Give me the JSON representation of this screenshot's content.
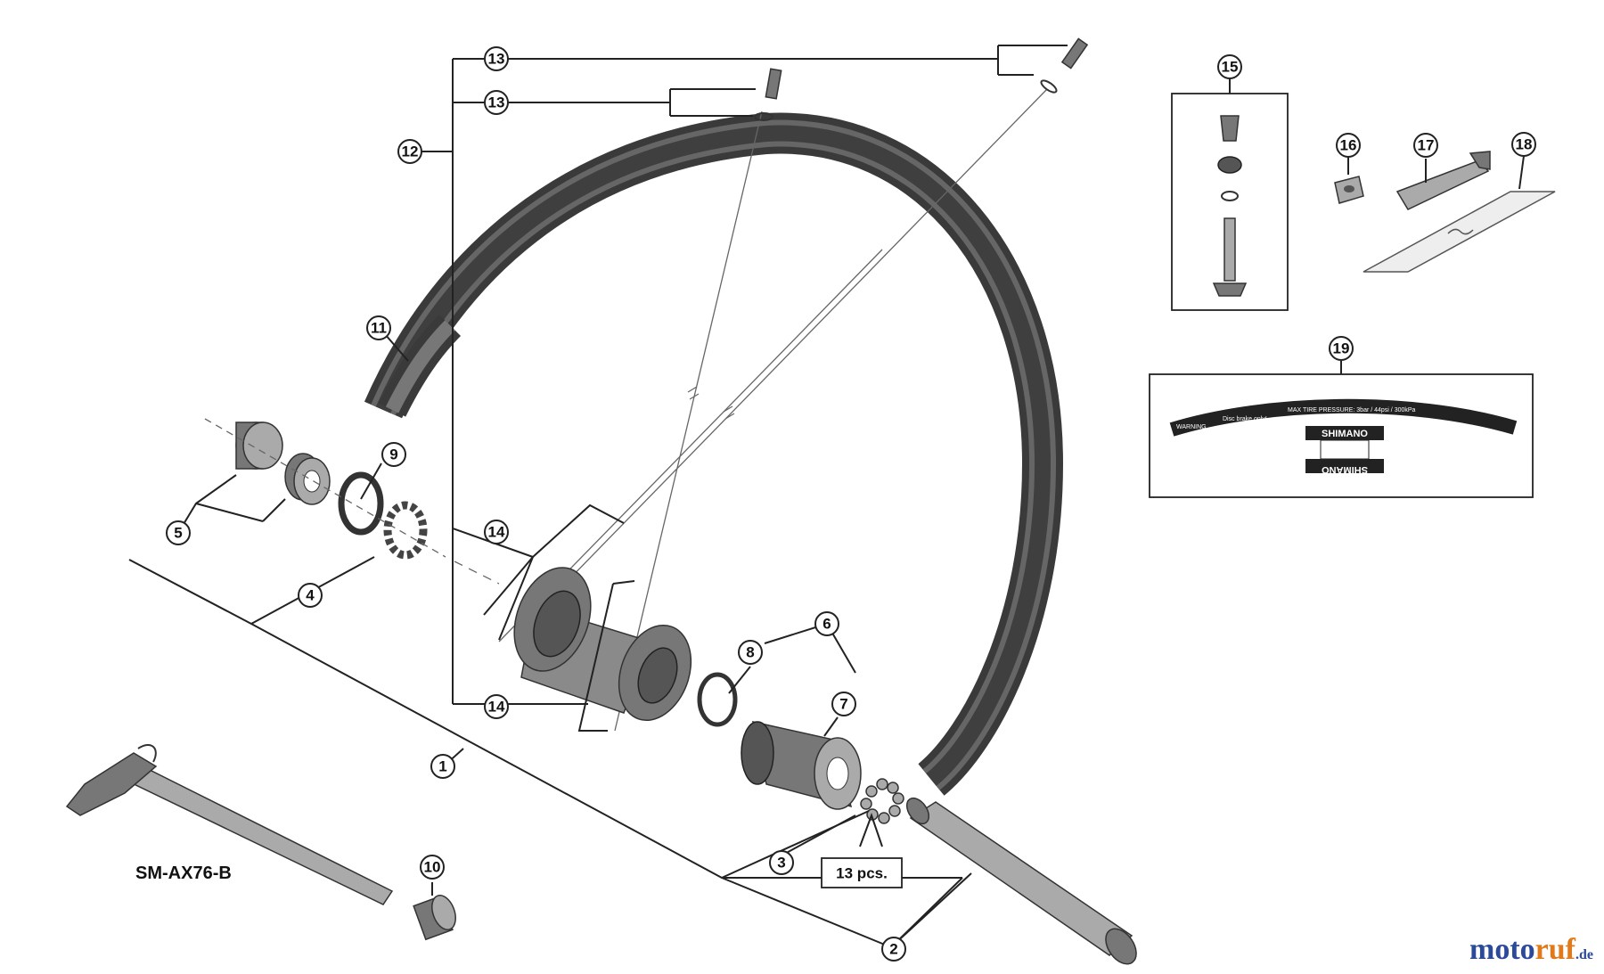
{
  "model_label": "SM-AX76-B",
  "quantity_note": "13 pcs.",
  "callouts": [
    "1",
    "2",
    "3",
    "4",
    "5",
    "6",
    "7",
    "8",
    "9",
    "10",
    "11",
    "12",
    "13",
    "13",
    "14",
    "14",
    "15",
    "16",
    "17",
    "18",
    "19"
  ],
  "sticker": {
    "warning": "WARNING",
    "line1": "Disc brake only!",
    "line2": "MAX TIRE PRESSURE: 3bar / 44psi / 300kPa",
    "brand": "SHIMANO"
  },
  "watermark": {
    "part1": "moto",
    "part2": "ruf",
    "part3": ".de"
  },
  "colors": {
    "line": "#222222",
    "part": "#777777",
    "rim": "#4a4a4a",
    "watermark_blue": "#2b4a9a",
    "watermark_orange": "#e07a1b"
  }
}
